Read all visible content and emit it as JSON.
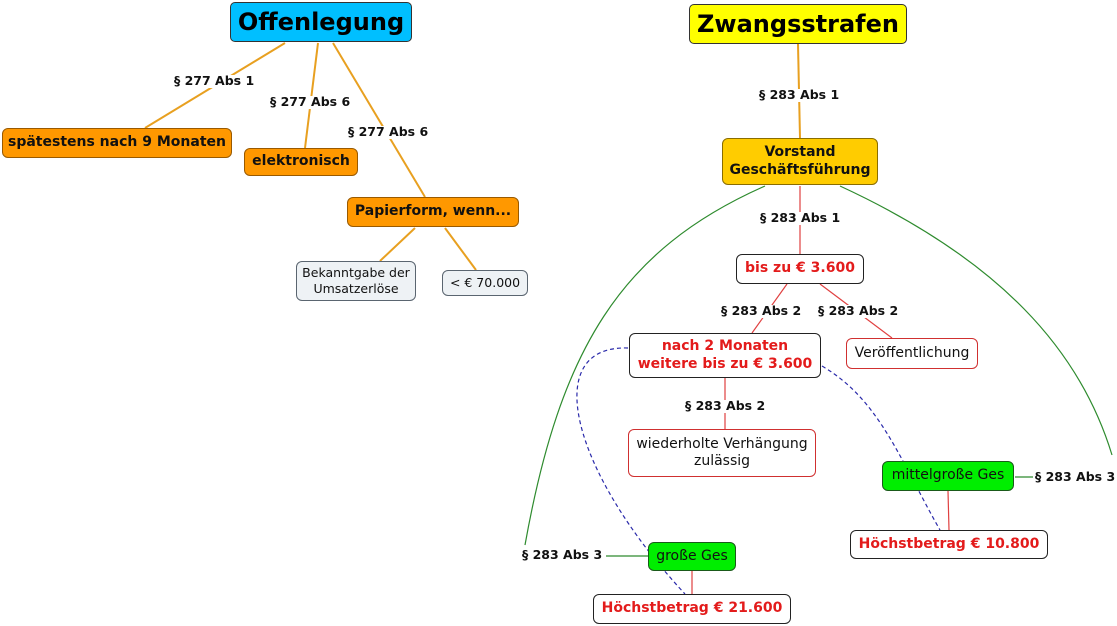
{
  "titles": {
    "offenlegung": "Offenlegung",
    "zwangsstrafen": "Zwangsstrafen"
  },
  "nodes": {
    "spaetestens": "spätestens nach 9 Monaten",
    "elektronisch": "elektronisch",
    "papierform": "Papierform, wenn...",
    "bekanntgabe": "Bekanntgabe der\nUmsatzerlöse",
    "unter70000": "< € 70.000",
    "vorstand": "Vorstand\nGeschäftsführung",
    "bis3600": "bis zu € 3.600",
    "nach2monaten": "nach 2 Monaten\nweitere bis zu € 3.600",
    "veroeffentlichung": "Veröffentlichung",
    "wiederholte": "wiederholte Verhängung\nzulässig",
    "mittelgross": "mittelgroße Ges",
    "hoechst10800": "Höchstbetrag € 10.800",
    "grosseGes": "große Ges",
    "hoechst21600": "Höchstbetrag € 21.600"
  },
  "edge_labels": {
    "l277_1": "§ 277 Abs 1",
    "l277_6a": "§ 277 Abs 6",
    "l277_6b": "§ 277 Abs 6",
    "l283_1a": "§ 283 Abs 1",
    "l283_1b": "§ 283 Abs 1",
    "l283_2a": "§ 283 Abs 2",
    "l283_2b": "§ 283 Abs 2",
    "l283_2c": "§ 283 Abs 2",
    "l283_3a": "§ 283 Abs 3",
    "l283_3b": "§ 283 Abs 3"
  },
  "colors": {
    "orange_link": "#e8a020",
    "red_link": "#e04040",
    "green_link": "#2e8b2e",
    "dashed_link": "#2a2aaa"
  }
}
